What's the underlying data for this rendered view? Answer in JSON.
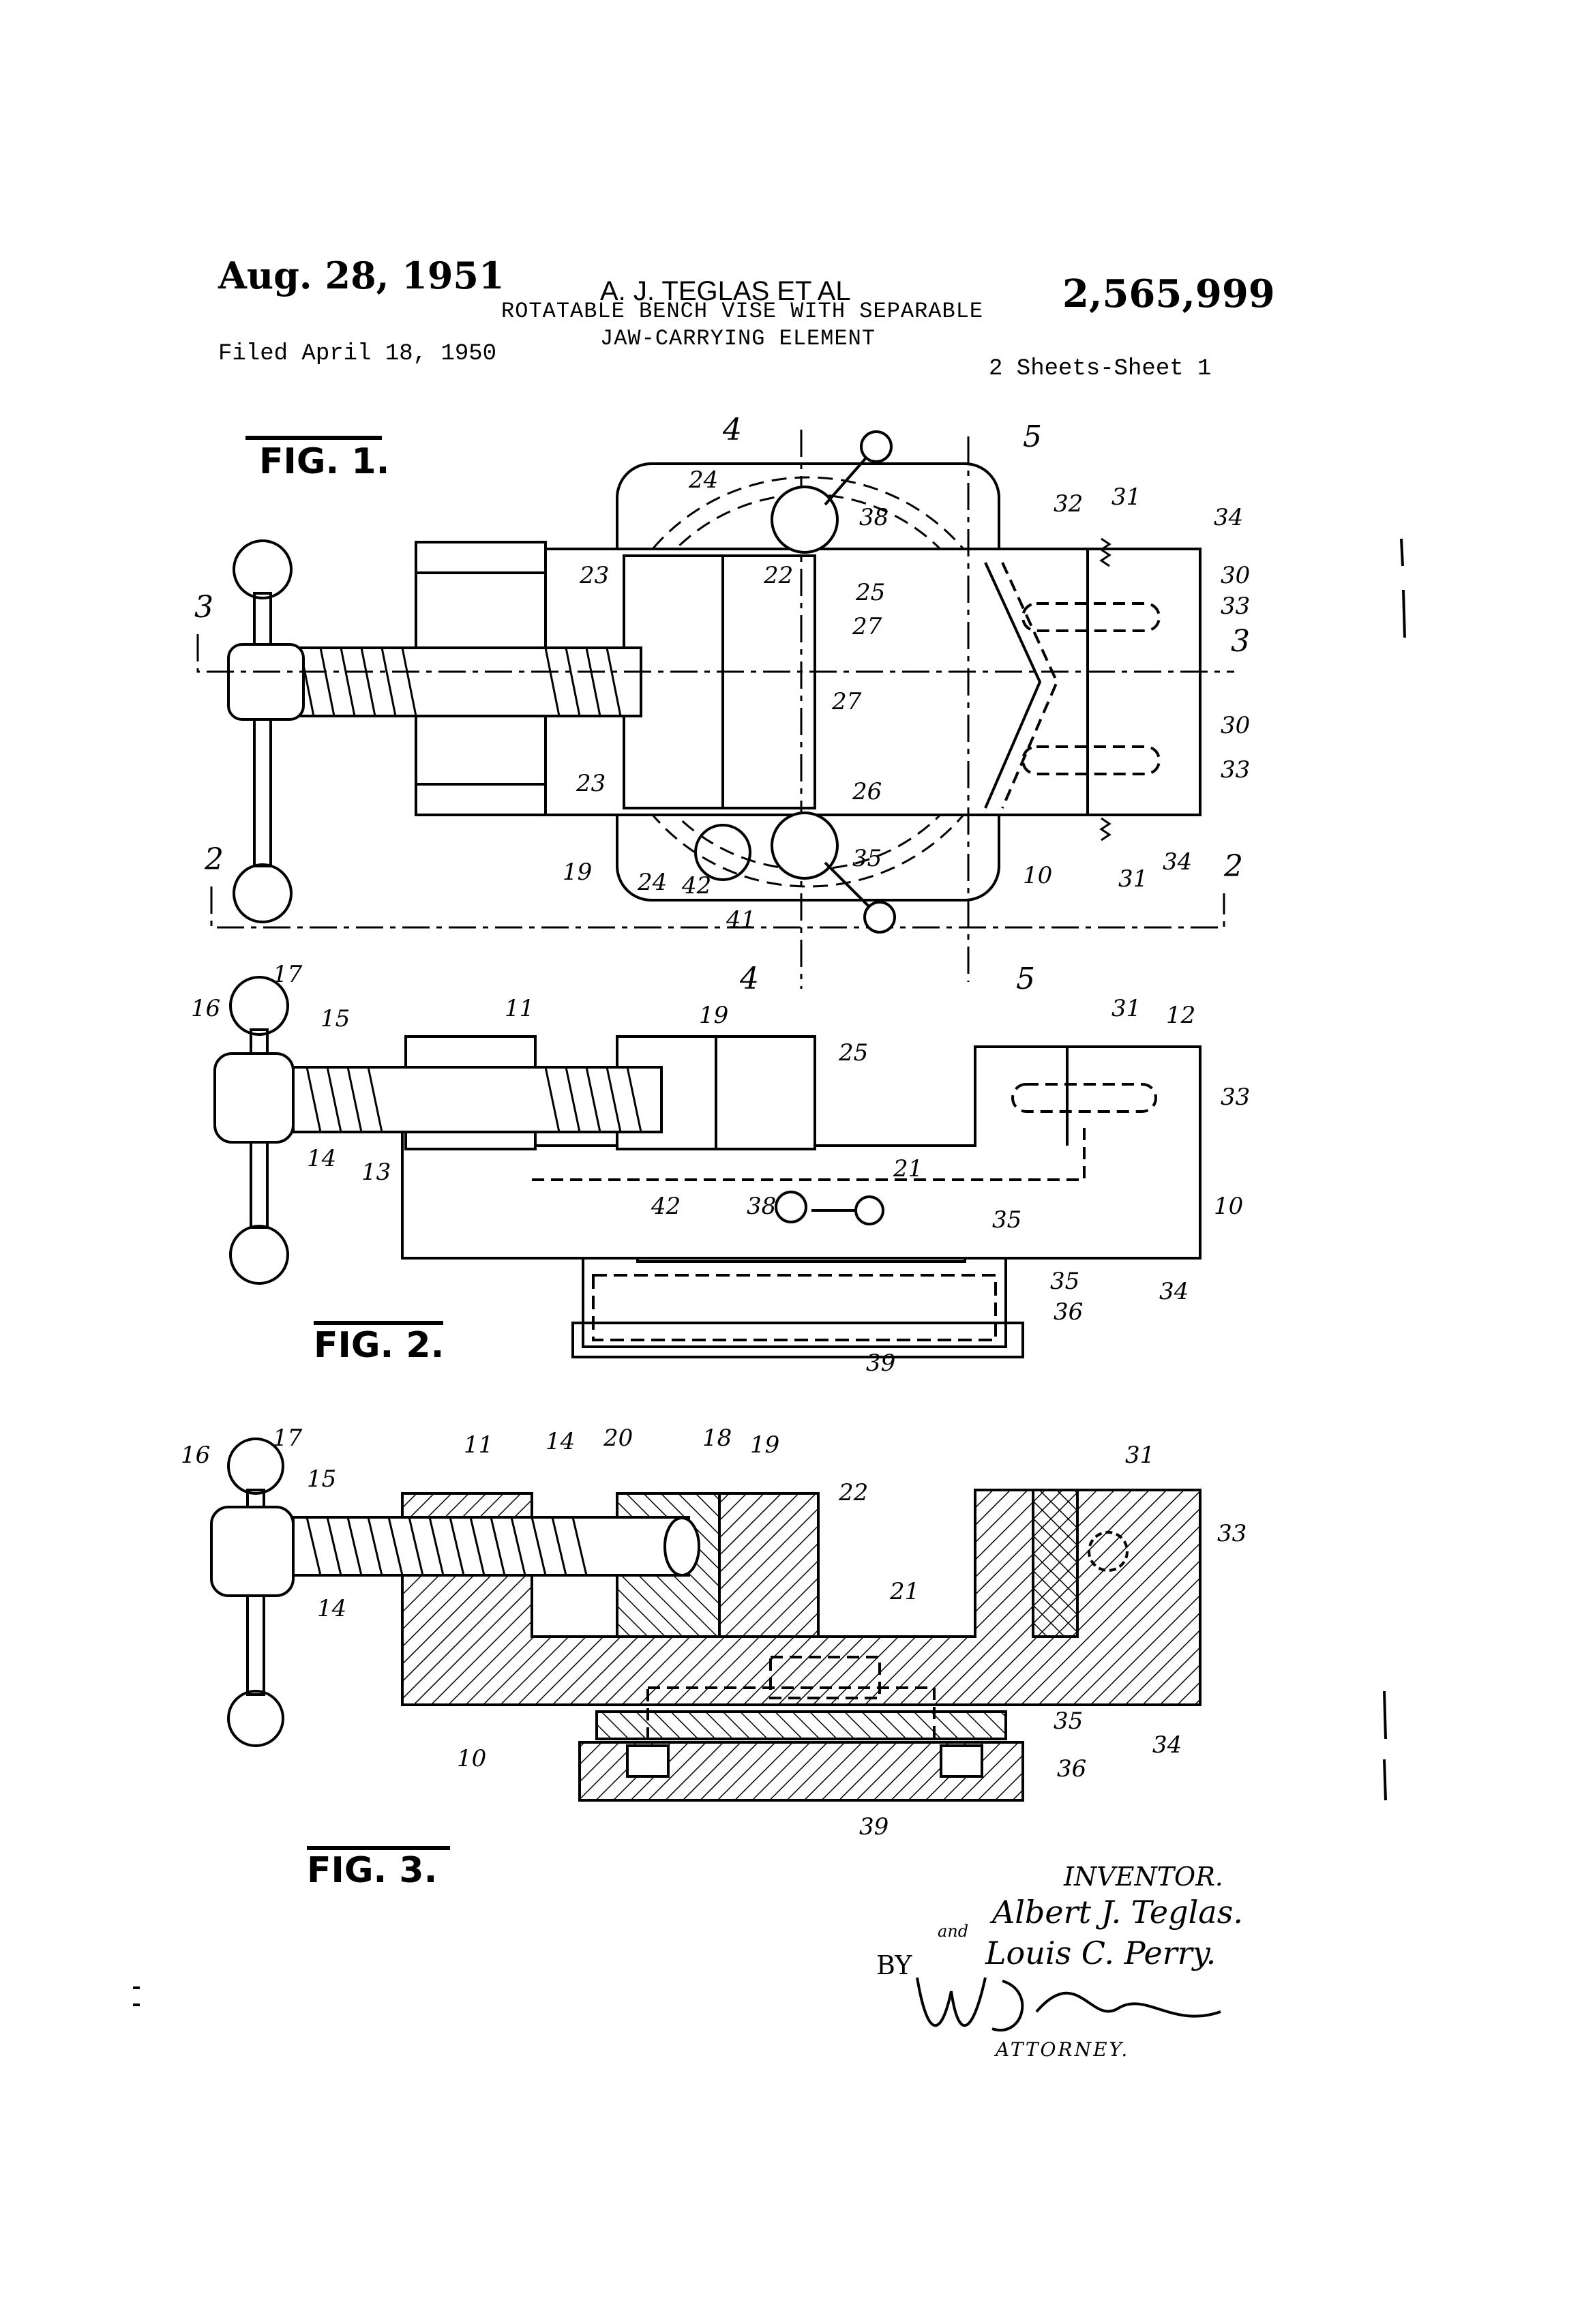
{
  "header": {
    "date": "Aug. 28, 1951",
    "inventors": "A. J. TEGLAS ET AL",
    "title_line1": "ROTATABLE BENCH VISE WITH SEPARABLE",
    "title_line2": "JAW-CARRYING ELEMENT",
    "patent_number": "2,565,999",
    "filed": "Filed April 18, 1950",
    "sheets": "2 Sheets-Sheet 1"
  },
  "figures": {
    "fig1": {
      "caption": "FIG. 1.",
      "section_marks": [
        "4",
        "5",
        "3",
        "3",
        "2",
        "2",
        "4",
        "5"
      ],
      "labels": [
        "24",
        "22",
        "38",
        "32",
        "31",
        "34",
        "23",
        "25",
        "27",
        "30",
        "33",
        "27",
        "30",
        "23",
        "26",
        "33",
        "19",
        "24",
        "42",
        "35",
        "10",
        "31",
        "34",
        "41"
      ]
    },
    "fig2": {
      "caption": "FIG. 2.",
      "labels": [
        "16",
        "17",
        "15",
        "11",
        "19",
        "25",
        "31",
        "12",
        "33",
        "14",
        "13",
        "21",
        "10",
        "42",
        "38",
        "35",
        "35",
        "34",
        "36",
        "39"
      ]
    },
    "fig3": {
      "caption": "FIG. 3.",
      "labels": [
        "16",
        "17",
        "15",
        "11",
        "14",
        "20",
        "18",
        "19",
        "22",
        "31",
        "33",
        "21",
        "14",
        "10",
        "35",
        "34",
        "36",
        "39"
      ]
    }
  },
  "inventor_block": {
    "heading": "INVENTOR.",
    "name1": "Albert J. Teglas.",
    "and": "and",
    "name2": "Louis C. Perry.",
    "by": "BY",
    "attorney_role": "ATTORNEY."
  }
}
